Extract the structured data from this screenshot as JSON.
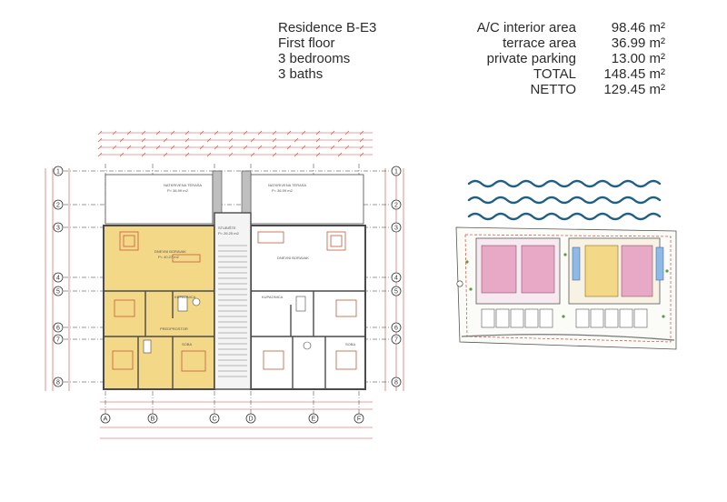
{
  "residence": {
    "name": "Residence B-E3",
    "floor": "First floor",
    "bedrooms": "3 bedrooms",
    "baths": "3 baths"
  },
  "areas": [
    {
      "label": "A/C interior area",
      "value": "98.46 m²"
    },
    {
      "label": "terrace area",
      "value": "36.99 m²"
    },
    {
      "label": "private parking",
      "value": "13.00 m²"
    },
    {
      "label": "TOTAL",
      "value": "148.45 m²"
    },
    {
      "label": "NETTO",
      "value": "129.45 m²"
    }
  ],
  "plan": {
    "terrace_left": "NATKRIVENA TERASA",
    "terrace_left_area": "P= 36.99 m2",
    "terrace_right": "NATKRIVENA TERASA",
    "terrace_right_area": "P= 36.99 m2",
    "living_left": "DNEVNI BORAVAK",
    "living_left_area": "P= 40.27 m2",
    "living_right": "DNEVNI BORAVAK",
    "stair": "STUBIŠTE",
    "stair_area": "P= 26.25 m2",
    "bath": "KUPAONICA",
    "hall": "PREDPROSTOR",
    "room": "SOBA",
    "grid_rows": [
      "1",
      "2",
      "3",
      "4",
      "5",
      "6",
      "7",
      "8"
    ],
    "grid_cols": [
      "A",
      "B",
      "C",
      "D",
      "E",
      "F"
    ]
  },
  "colors": {
    "apartment_fill": "#f3d888",
    "wall": "#4a4a4a",
    "dimension": "#d2483a",
    "grid": "#333333",
    "sea": "#1f5e85",
    "pool": "#8fb9e6",
    "site_pink": "#e8a9c6"
  }
}
